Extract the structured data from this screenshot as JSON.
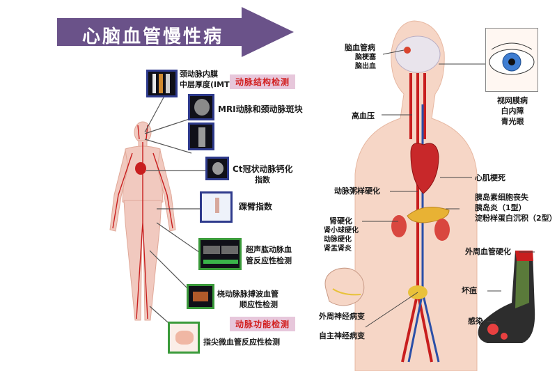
{
  "title": "心脑血管慢性病",
  "colors": {
    "banner": "#6a5289",
    "tag_bg": "#e7c7db",
    "tag_text": "#d21f1f",
    "thumb_border": "#2e3a8c",
    "thumb_border_green": "#3a9a3a",
    "artery": "#c81e1e"
  },
  "left_panel": {
    "tags": {
      "structure": "动脉结构检测",
      "function": "动脉功能检测"
    },
    "tests": [
      {
        "line1": "颈动脉内膜",
        "line2": "中层厚度(IMT)"
      },
      {
        "line1": "MRI动脉和颈动脉斑块"
      },
      {
        "line1": "Ct冠状动脉钙化",
        "line2": "指数"
      },
      {
        "line1": "踝臂指数"
      },
      {
        "line1": "超声肱动脉血",
        "line2": "管反应性检测"
      },
      {
        "line1": "桡动脉脉搏波血管",
        "line2": "顺应性检测"
      },
      {
        "line1": "指尖微血管反应性检测"
      }
    ]
  },
  "right_panel": {
    "brain": {
      "title": "脑血管病",
      "sub1": "脑梗塞",
      "sub2": "脑出血"
    },
    "eye": {
      "l1": "视网膜病",
      "l2": "白内障",
      "l3": "青光眼"
    },
    "hypertension": "高血压",
    "mi": "心肌梗死",
    "atherosclerosis": "动脉粥样硬化",
    "pancreas": {
      "l1": "胰岛素细胞丧失",
      "l2": "胰岛炎（1型）",
      "l3": "淀粉样蛋白沉积（2型）"
    },
    "kidney": {
      "title": "肾硬化",
      "s1": "肾小球硬化",
      "s2": "动脉硬化",
      "s3": "肾盂肾炎"
    },
    "pvd": "外周血管硬化",
    "gangrene": "坏疽",
    "infection": "感染",
    "neuropathy": "外周神经病变",
    "autonomic": "自主神经病变"
  }
}
